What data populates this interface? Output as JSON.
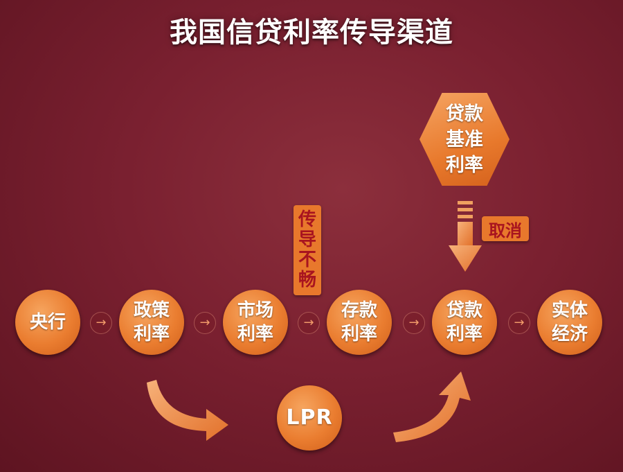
{
  "title": "我国信贷利率传导渠道",
  "nodes": {
    "central_bank": "央行",
    "policy_rate": "政策\n利率",
    "market_rate": "市场\n利率",
    "deposit_rate": "存款\n利率",
    "loan_rate": "贷款\n利率",
    "real_economy": "实体\n经济",
    "lpr": "LPR"
  },
  "benchmark_rate": "贷款\n基准\n利率",
  "tags": {
    "transmission_blocked": "传\n导\n不\n畅",
    "cancelled": "取消"
  },
  "connector_glyph": "→",
  "colors": {
    "node_orange": "#ea7d30",
    "tag_text_red": "#a8141f",
    "background": "#7a2030"
  }
}
